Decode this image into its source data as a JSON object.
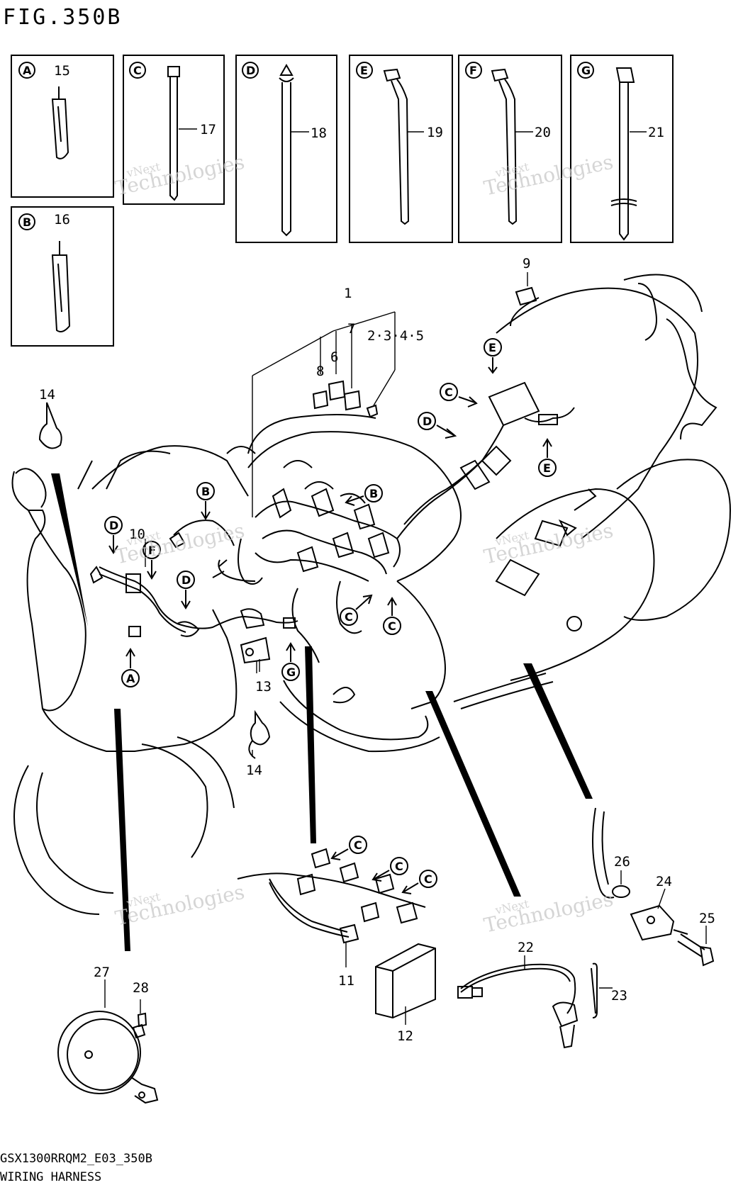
{
  "figure": {
    "title": "FIG.350B",
    "footer_code": "GSX1300RRQM2_E03_350B",
    "footer_name": "WIRING HARNESS"
  },
  "watermark": {
    "line1": "vNext",
    "line2": "Technologies"
  },
  "inset_boxes": [
    {
      "letter": "A",
      "part": "15"
    },
    {
      "letter": "B",
      "part": "16"
    },
    {
      "letter": "C",
      "part": "17"
    },
    {
      "letter": "D",
      "part": "18"
    },
    {
      "letter": "E",
      "part": "19"
    },
    {
      "letter": "F",
      "part": "20"
    },
    {
      "letter": "G",
      "part": "21"
    }
  ],
  "part_labels": {
    "p1": "1",
    "p2345": "2·3·4·5",
    "p6": "6",
    "p7": "7",
    "p8": "8",
    "p9": "9",
    "p10": "10",
    "p11": "11",
    "p12": "12",
    "p13": "13",
    "p14a": "14",
    "p14b": "14",
    "p22": "22",
    "p23": "23",
    "p24": "24",
    "p25": "25",
    "p26": "26",
    "p27": "27",
    "p28": "28"
  },
  "callouts": {
    "A": "A",
    "B": "B",
    "C": "C",
    "D": "D",
    "E": "E",
    "F": "F",
    "G": "G"
  }
}
